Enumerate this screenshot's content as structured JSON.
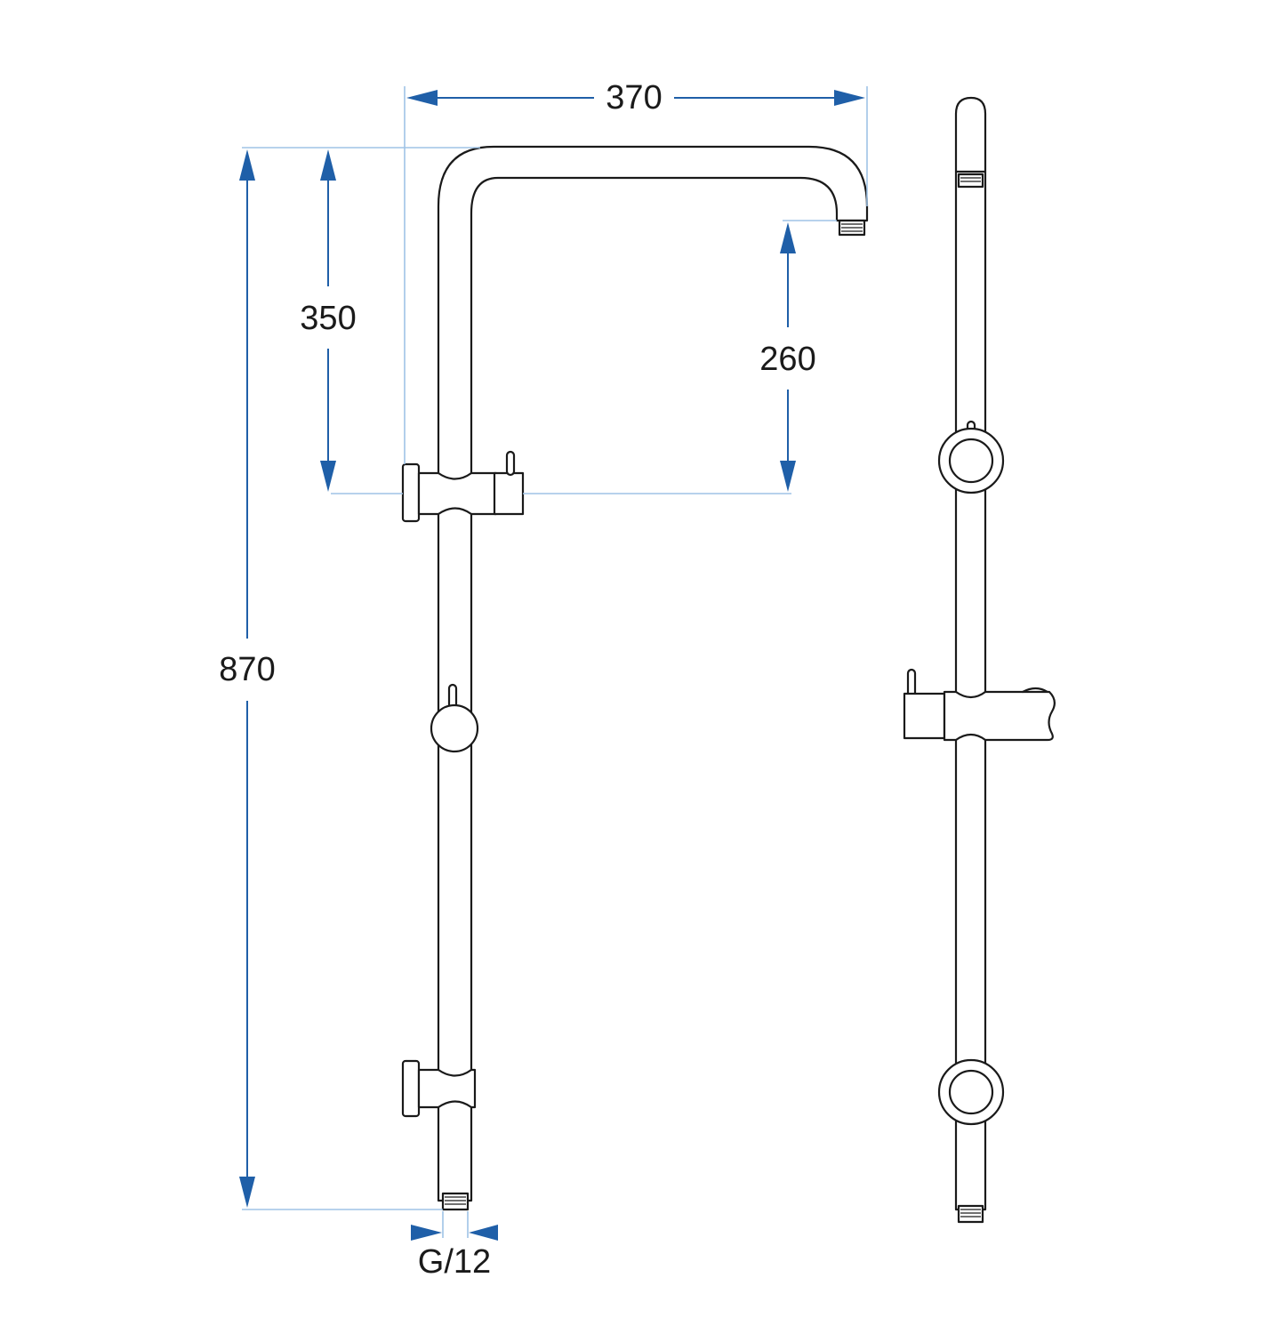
{
  "dimensions": {
    "width_label": "370",
    "arm_drop_label": "350",
    "head_clearance_label": "260",
    "total_height_label": "870",
    "thread_label": "G/12"
  },
  "colors": {
    "dimension_line": "#1f5fa8",
    "extension_line": "#9fc3e6",
    "outline": "#1a1a1a"
  }
}
